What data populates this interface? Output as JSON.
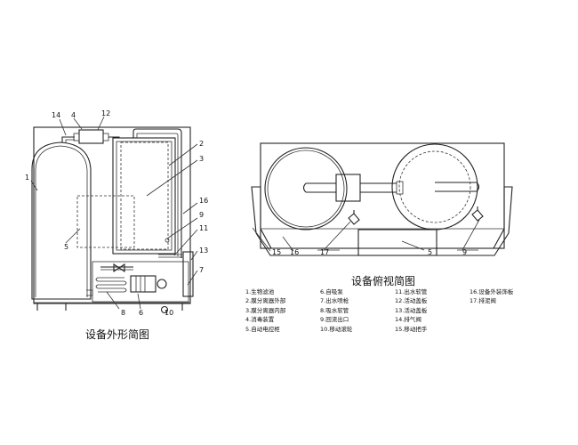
{
  "side_view": {
    "caption": "设备外形简图",
    "callouts": {
      "c1": "1",
      "c2": "2",
      "c3": "3",
      "c4": "4",
      "c5": "5",
      "c6": "6",
      "c7": "7",
      "c8": "8",
      "c9": "9",
      "c10": "10",
      "c11": "11",
      "c12": "12",
      "c13": "13",
      "c14": "14",
      "c16": "16"
    }
  },
  "top_view": {
    "caption": "设备俯视简图",
    "callouts": {
      "t15": "15",
      "t16": "16",
      "t17": "17",
      "t5": "5",
      "t9": "9"
    }
  },
  "legend": {
    "columns": [
      [
        "1.生物滤池",
        "2.膜分离器外部",
        "3.膜分离器内部",
        "4.消毒装置",
        "5.自动电控柜"
      ],
      [
        "6.自吸泵",
        "7.出水喷枪",
        "8.吸水软管",
        "9.回流出口",
        "10.移动滚轮"
      ],
      [
        "11.出水软管",
        "12.活动盖板",
        "13.活动盖板",
        "14.排气阀",
        "15.移动把手"
      ],
      [
        "16.设备外装饰板",
        "17.排泥阀"
      ]
    ]
  }
}
